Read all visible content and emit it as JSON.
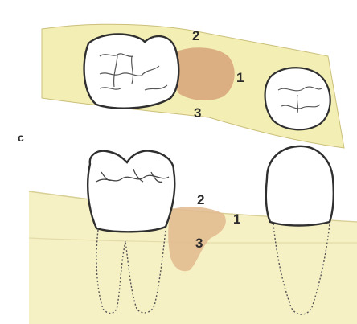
{
  "panel_letter": "c",
  "top_view": {
    "labels": {
      "upper": "2",
      "middle": "1",
      "lower": "3"
    }
  },
  "side_view": {
    "labels": {
      "upper": "2",
      "middle": "1",
      "lower": "3"
    }
  },
  "colors": {
    "gingiva": "#f3eeb4",
    "graft": "#d9a77c",
    "tooth_outline": "#2f2f2f",
    "tooth_fill": "#ffffff"
  }
}
